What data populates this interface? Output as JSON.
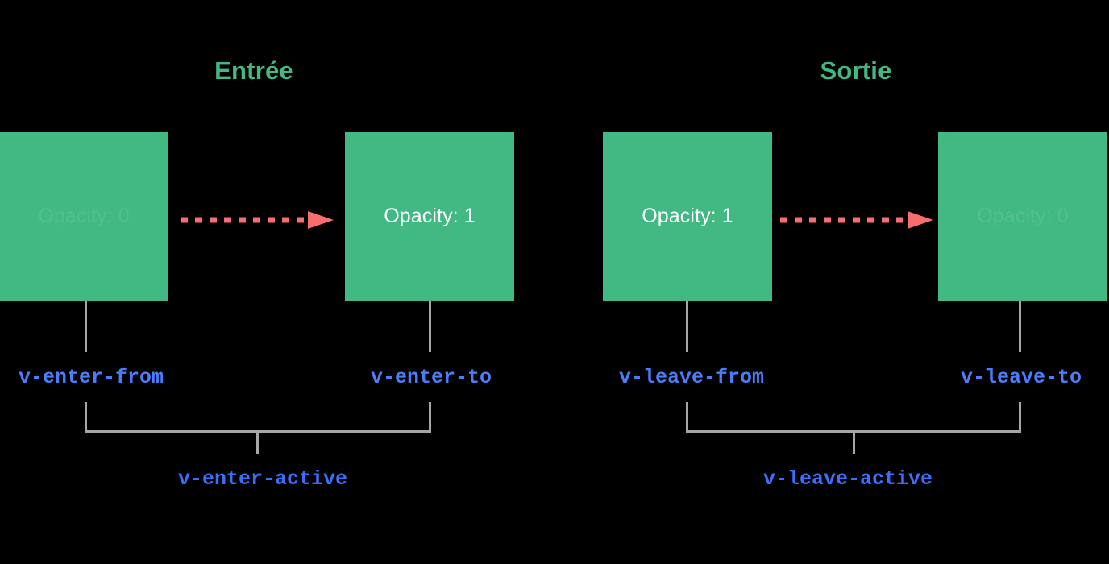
{
  "colors": {
    "background": "#000000",
    "box_green": "#42b983",
    "heading_green": "#42b983",
    "arrow_coral": "#fa6d6d",
    "label_blue": "#4a7dfc",
    "active_blue": "#3b6ffb",
    "connector_gray": "#a6a6a6",
    "box_text_white": "#ffffff"
  },
  "sections": [
    {
      "id": "enter",
      "title": "Entrée",
      "from_box_text": "Opacity: 0",
      "to_box_text": "Opacity: 1",
      "from_label": "v-enter-from",
      "to_label": "v-enter-to",
      "active_label": "v-enter-active",
      "arrow_icon": "dashed-right-arrow-icon"
    },
    {
      "id": "leave",
      "title": "Sortie",
      "from_box_text": "Opacity: 1",
      "to_box_text": "Opacity: 0",
      "from_label": "v-leave-from",
      "to_label": "v-leave-to",
      "active_label": "v-leave-active",
      "arrow_icon": "dashed-right-arrow-icon"
    }
  ]
}
